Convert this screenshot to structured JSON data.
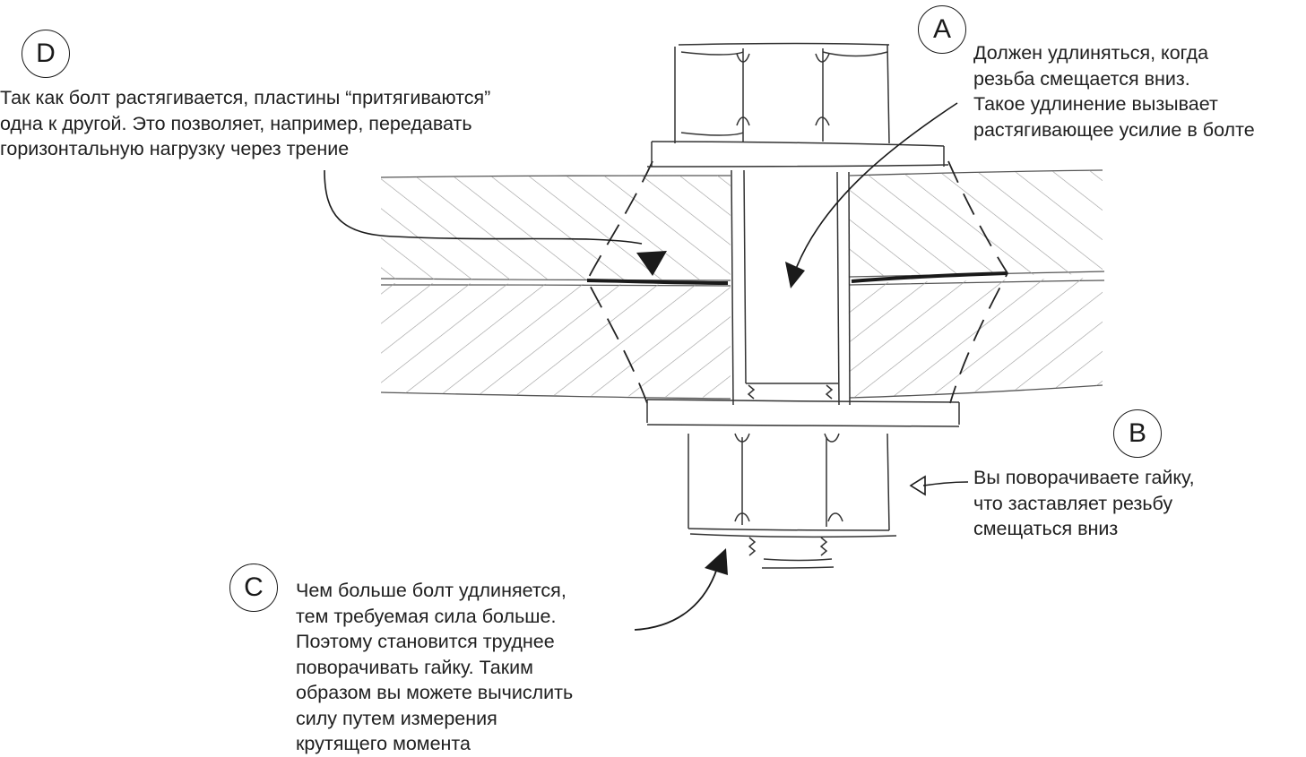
{
  "callouts": {
    "a": {
      "letter": "A",
      "text": "Должен удлиняться, когда\nрезьба смещается вниз.\nТакое удлинение вызывает\nрастягивающее усилие в болте"
    },
    "b": {
      "letter": "B",
      "text": "Вы поворачиваете гайку,\nчто заставляет резьбу\nсмещаться вниз"
    },
    "c": {
      "letter": "C",
      "text": "Чем больше болт удлиняется,\nтем требуемая сила больше.\nПоэтому становится труднее\nповорачивать гайку. Таким\nобразом вы можете вычислить\nсилу путем измерения\nкрутящего момента"
    },
    "d": {
      "letter": "D",
      "text": "Так как болт растягивается, пластины “притягиваются”\nодна к другой. Это позволяет, например, передавать\nгоризонтальную нагрузку через трение"
    }
  },
  "colors": {
    "ink": "#1a1a1a",
    "pencil": "#3a3a3a",
    "hatch": "#9a9a9a"
  },
  "icons": {
    "arrow": "hand-drawn-arrow-icon",
    "bolt": "bolt-head-drawing",
    "nut": "nut-drawing"
  }
}
